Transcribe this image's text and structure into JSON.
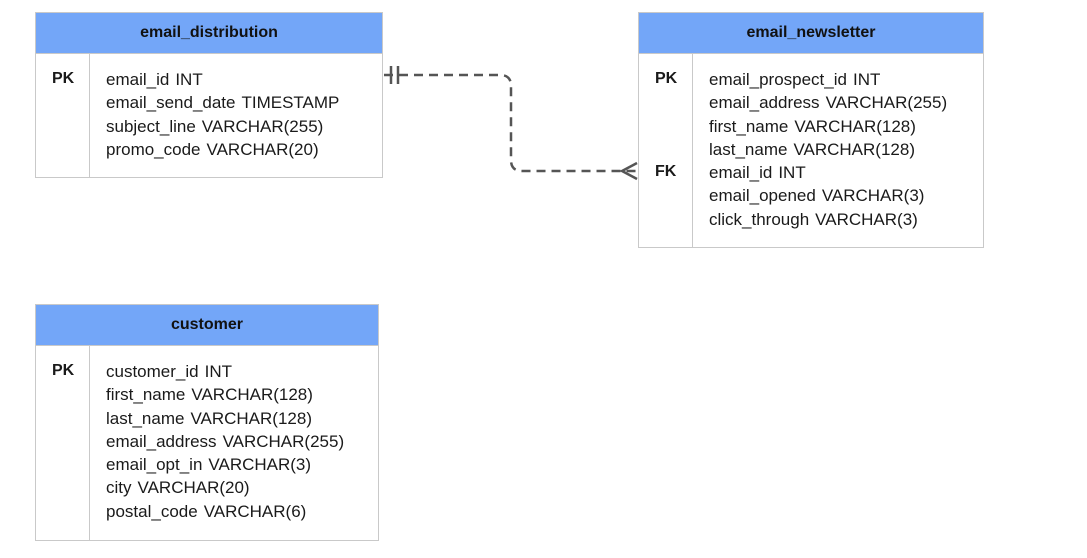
{
  "colors": {
    "header_fill": "#73a6f8",
    "border": "#c9c9c9",
    "connector": "#555555"
  },
  "entities": [
    {
      "name": "email_distribution",
      "keys": [
        {
          "label": "PK",
          "row": 0
        }
      ],
      "fields": [
        {
          "name": "email_id",
          "type": "INT"
        },
        {
          "name": "email_send_date",
          "type": "TIMESTAMP"
        },
        {
          "name": "subject_line",
          "type": "VARCHAR(255)"
        },
        {
          "name": "promo_code",
          "type": "VARCHAR(20)"
        }
      ]
    },
    {
      "name": "email_newsletter",
      "keys": [
        {
          "label": "PK",
          "row": 0
        },
        {
          "label": "FK",
          "row": 4
        }
      ],
      "fields": [
        {
          "name": "email_prospect_id",
          "type": "INT"
        },
        {
          "name": "email_address",
          "type": "VARCHAR(255)"
        },
        {
          "name": "first_name",
          "type": "VARCHAR(128)"
        },
        {
          "name": "last_name",
          "type": "VARCHAR(128)"
        },
        {
          "name": "email_id",
          "type": "INT"
        },
        {
          "name": "email_opened",
          "type": "VARCHAR(3)"
        },
        {
          "name": "click_through",
          "type": "VARCHAR(3)"
        }
      ]
    },
    {
      "name": "customer",
      "keys": [
        {
          "label": "PK",
          "row": 0
        }
      ],
      "fields": [
        {
          "name": "customer_id",
          "type": "INT"
        },
        {
          "name": "first_name",
          "type": "VARCHAR(128)"
        },
        {
          "name": "last_name",
          "type": "VARCHAR(128)"
        },
        {
          "name": "email_address",
          "type": "VARCHAR(255)"
        },
        {
          "name": "email_opt_in",
          "type": "VARCHAR(3)"
        },
        {
          "name": "city",
          "type": "VARCHAR(20)"
        },
        {
          "name": "postal_code",
          "type": "VARCHAR(6)"
        }
      ]
    }
  ],
  "relationships": [
    {
      "from": "email_distribution.email_id",
      "to": "email_newsletter.email_id",
      "from_cardinality": "one-and-only-one",
      "to_cardinality": "many",
      "line_style": "dashed"
    }
  ]
}
